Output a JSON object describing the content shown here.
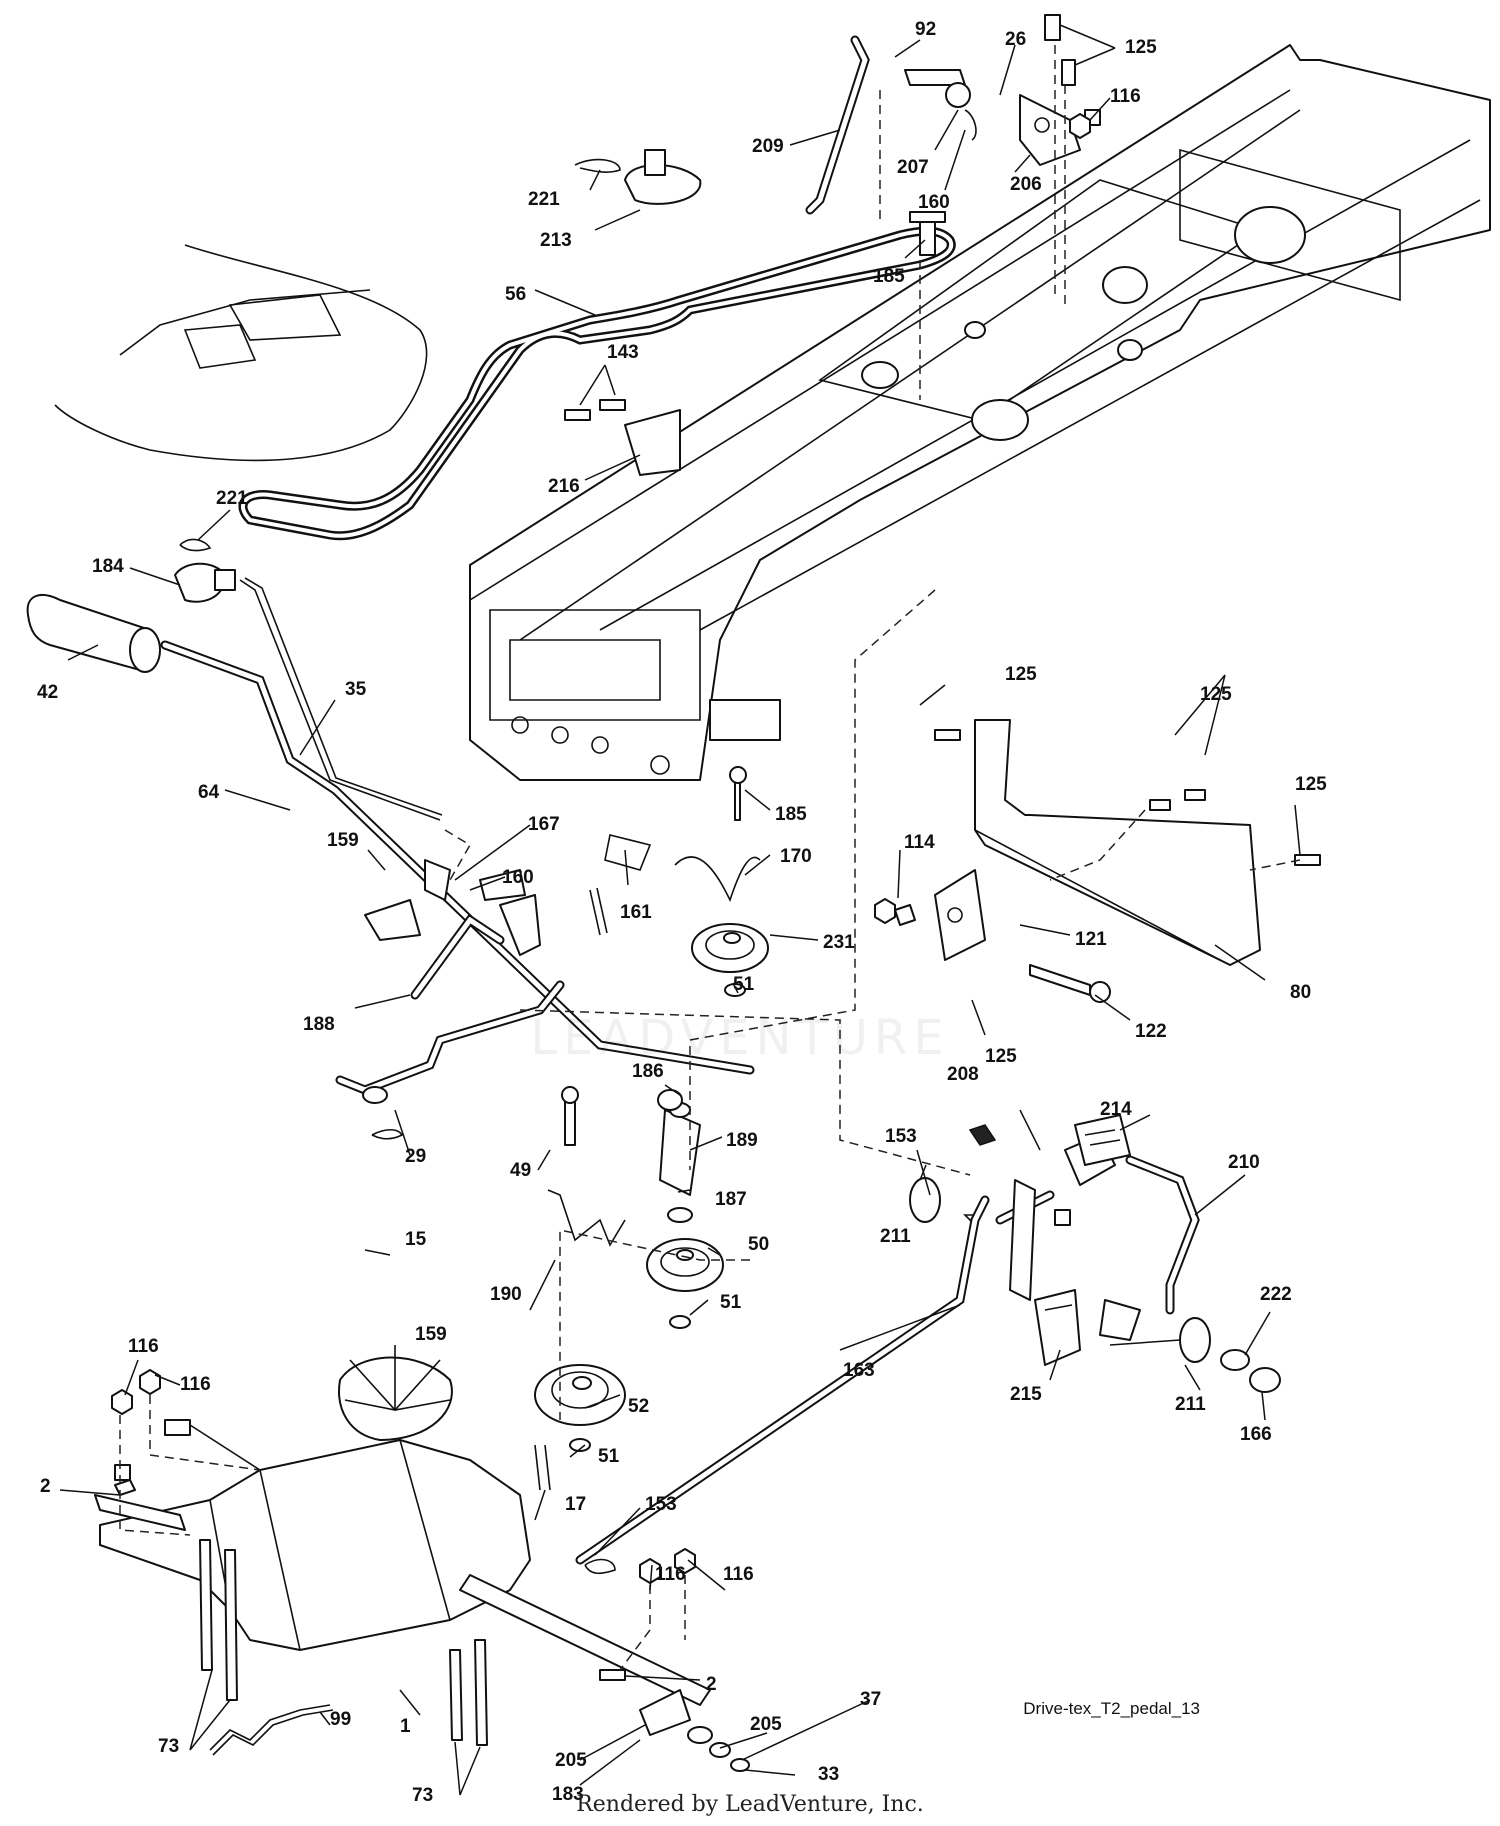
{
  "diagram": {
    "code": "Drive-tex_T2_pedal_13",
    "footer": "Rendered by LeadVenture, Inc.",
    "watermark": "LEADVENTURE",
    "labels": {
      "l92": "92",
      "l26": "26",
      "l125a": "125",
      "l116a": "116",
      "l209": "209",
      "l207": "207",
      "l206": "206",
      "l160a": "160",
      "l185a": "185",
      "l221a": "221",
      "l213": "213",
      "l56": "56",
      "l143": "143",
      "l216": "216",
      "l221b": "221",
      "l184": "184",
      "l42": "42",
      "l35": "35",
      "l64": "64",
      "l167": "167",
      "l159a": "159",
      "l160b": "160",
      "l185b": "185",
      "l170": "170",
      "l161": "161",
      "l231": "231",
      "l51a": "51",
      "l188": "188",
      "l125b": "125",
      "l125c": "125",
      "l125d": "125",
      "l114": "114",
      "l121": "121",
      "l122": "122",
      "l80": "80",
      "l186": "186",
      "l189": "189",
      "l49": "49",
      "l29": "29",
      "l187": "187",
      "l50": "50",
      "l15": "15",
      "l159b": "159",
      "l51b": "51",
      "l190": "190",
      "l208": "208",
      "l125e": "125",
      "l153a": "153",
      "l214": "214",
      "l210": "210",
      "l211a": "211",
      "l222": "222",
      "l211b": "211",
      "l215": "215",
      "l166": "166",
      "l163": "163",
      "l116b": "116",
      "l116c": "116",
      "l52": "52",
      "l51c": "51",
      "l17": "17",
      "l2a": "2",
      "l153b": "153",
      "l116d": "116",
      "l116e": "116",
      "l2b": "2",
      "l37": "37",
      "l205a": "205",
      "l33": "33",
      "l99": "99",
      "l73a": "73",
      "l1": "1",
      "l205b": "205",
      "l183": "183",
      "l73b": "73"
    }
  }
}
